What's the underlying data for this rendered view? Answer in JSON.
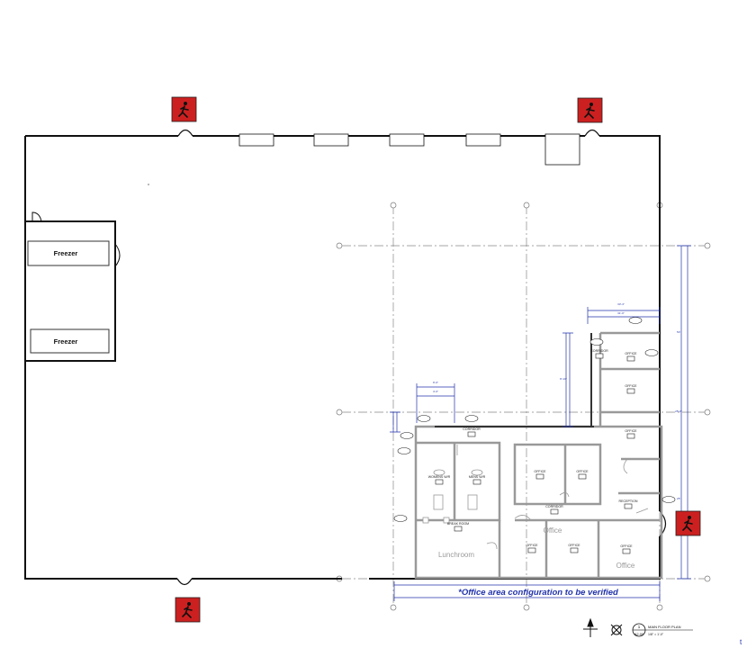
{
  "rooms": {
    "freezer_top": "Freezer",
    "freezer_bottom": "Freezer",
    "lunchroom": "Lunchroom",
    "office_center": "Office",
    "office_right": "Office"
  },
  "tags": {
    "corridor_top": "CORRIDOR",
    "corridor_mid": "CORRIDOR",
    "corridor_low": "CORRIDOR",
    "office_r1": "OFFICE",
    "office_r2": "OFFICE",
    "office_r3": "OFFICE",
    "office_c1": "OFFICE",
    "office_c2": "OFFICE",
    "office_b1": "OFFICE",
    "office_b2": "OFFICE",
    "office_b3": "OFFICE",
    "womens_wc": "WOMENS W/R",
    "mens_wc": "MENS W/R",
    "break_room": "BREAK ROOM",
    "reception": "RECEPTION"
  },
  "note": "*Office area configuration to be verified",
  "title_block": {
    "number": "1",
    "sheet": "A2.00",
    "title": "MAIN FLOOR PLAN",
    "scale": "1/8\" = 1'-0\""
  },
  "icons": [
    "emergency-exit-icon",
    "north-arrow-icon"
  ],
  "colors": {
    "exit_sign": "#cc2020",
    "dimension": "#2233aa",
    "wall": "#111111",
    "grid": "#777777"
  }
}
